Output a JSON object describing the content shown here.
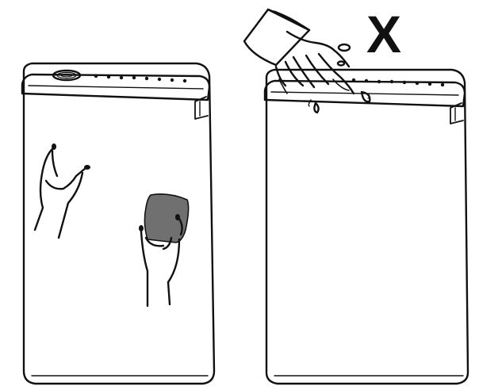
{
  "panels": [
    {
      "name": "wipe-with-cloth-panel",
      "meaning": "correct"
    },
    {
      "name": "pour-water-panel",
      "meaning": "incorrect"
    }
  ],
  "prohibited_mark": "X",
  "colors": {
    "line": "#111111",
    "cloth": "#707070",
    "background": "#ffffff"
  },
  "icons": [
    "hand-icon",
    "cloth-icon",
    "water-drop-icon",
    "cup-icon",
    "control-buttons-icon"
  ]
}
